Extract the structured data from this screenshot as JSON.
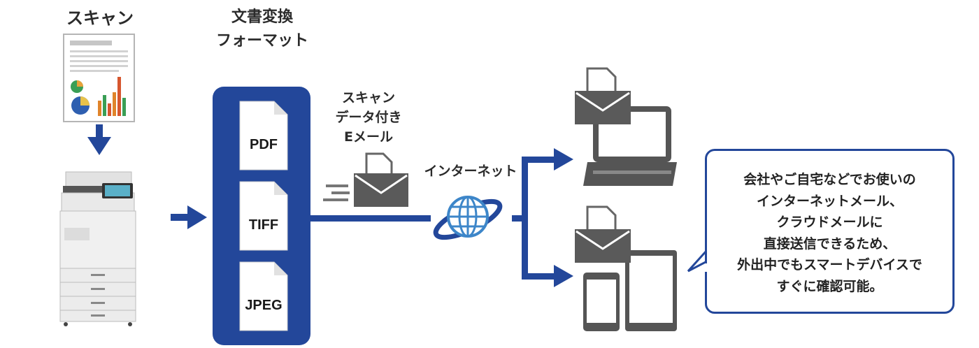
{
  "labels": {
    "scan": "スキャン",
    "conversion_line1": "文書変換",
    "conversion_line2": "フォーマット",
    "email_line1": "スキャン",
    "email_line2": "データ付き",
    "email_line3": "Eメール",
    "internet": "インターネット"
  },
  "formats": [
    "PDF",
    "TIFF",
    "JPEG"
  ],
  "description": [
    "会社やご自宅などでお使いの",
    "インターネットメール、",
    "クラウドメールに",
    "直接送信できるため、",
    "外出中でもスマートデバイスで",
    "すぐに確認可能。"
  ],
  "colors": {
    "accent_blue": "#23479a",
    "icon_gray": "#555555",
    "printer_gray": "#d9d9d9"
  },
  "icons": [
    "scanned-document-icon",
    "printer-icon",
    "file-icon",
    "envelope-icon",
    "globe-icon",
    "laptop-icon",
    "smartphone-icon",
    "tablet-icon"
  ]
}
